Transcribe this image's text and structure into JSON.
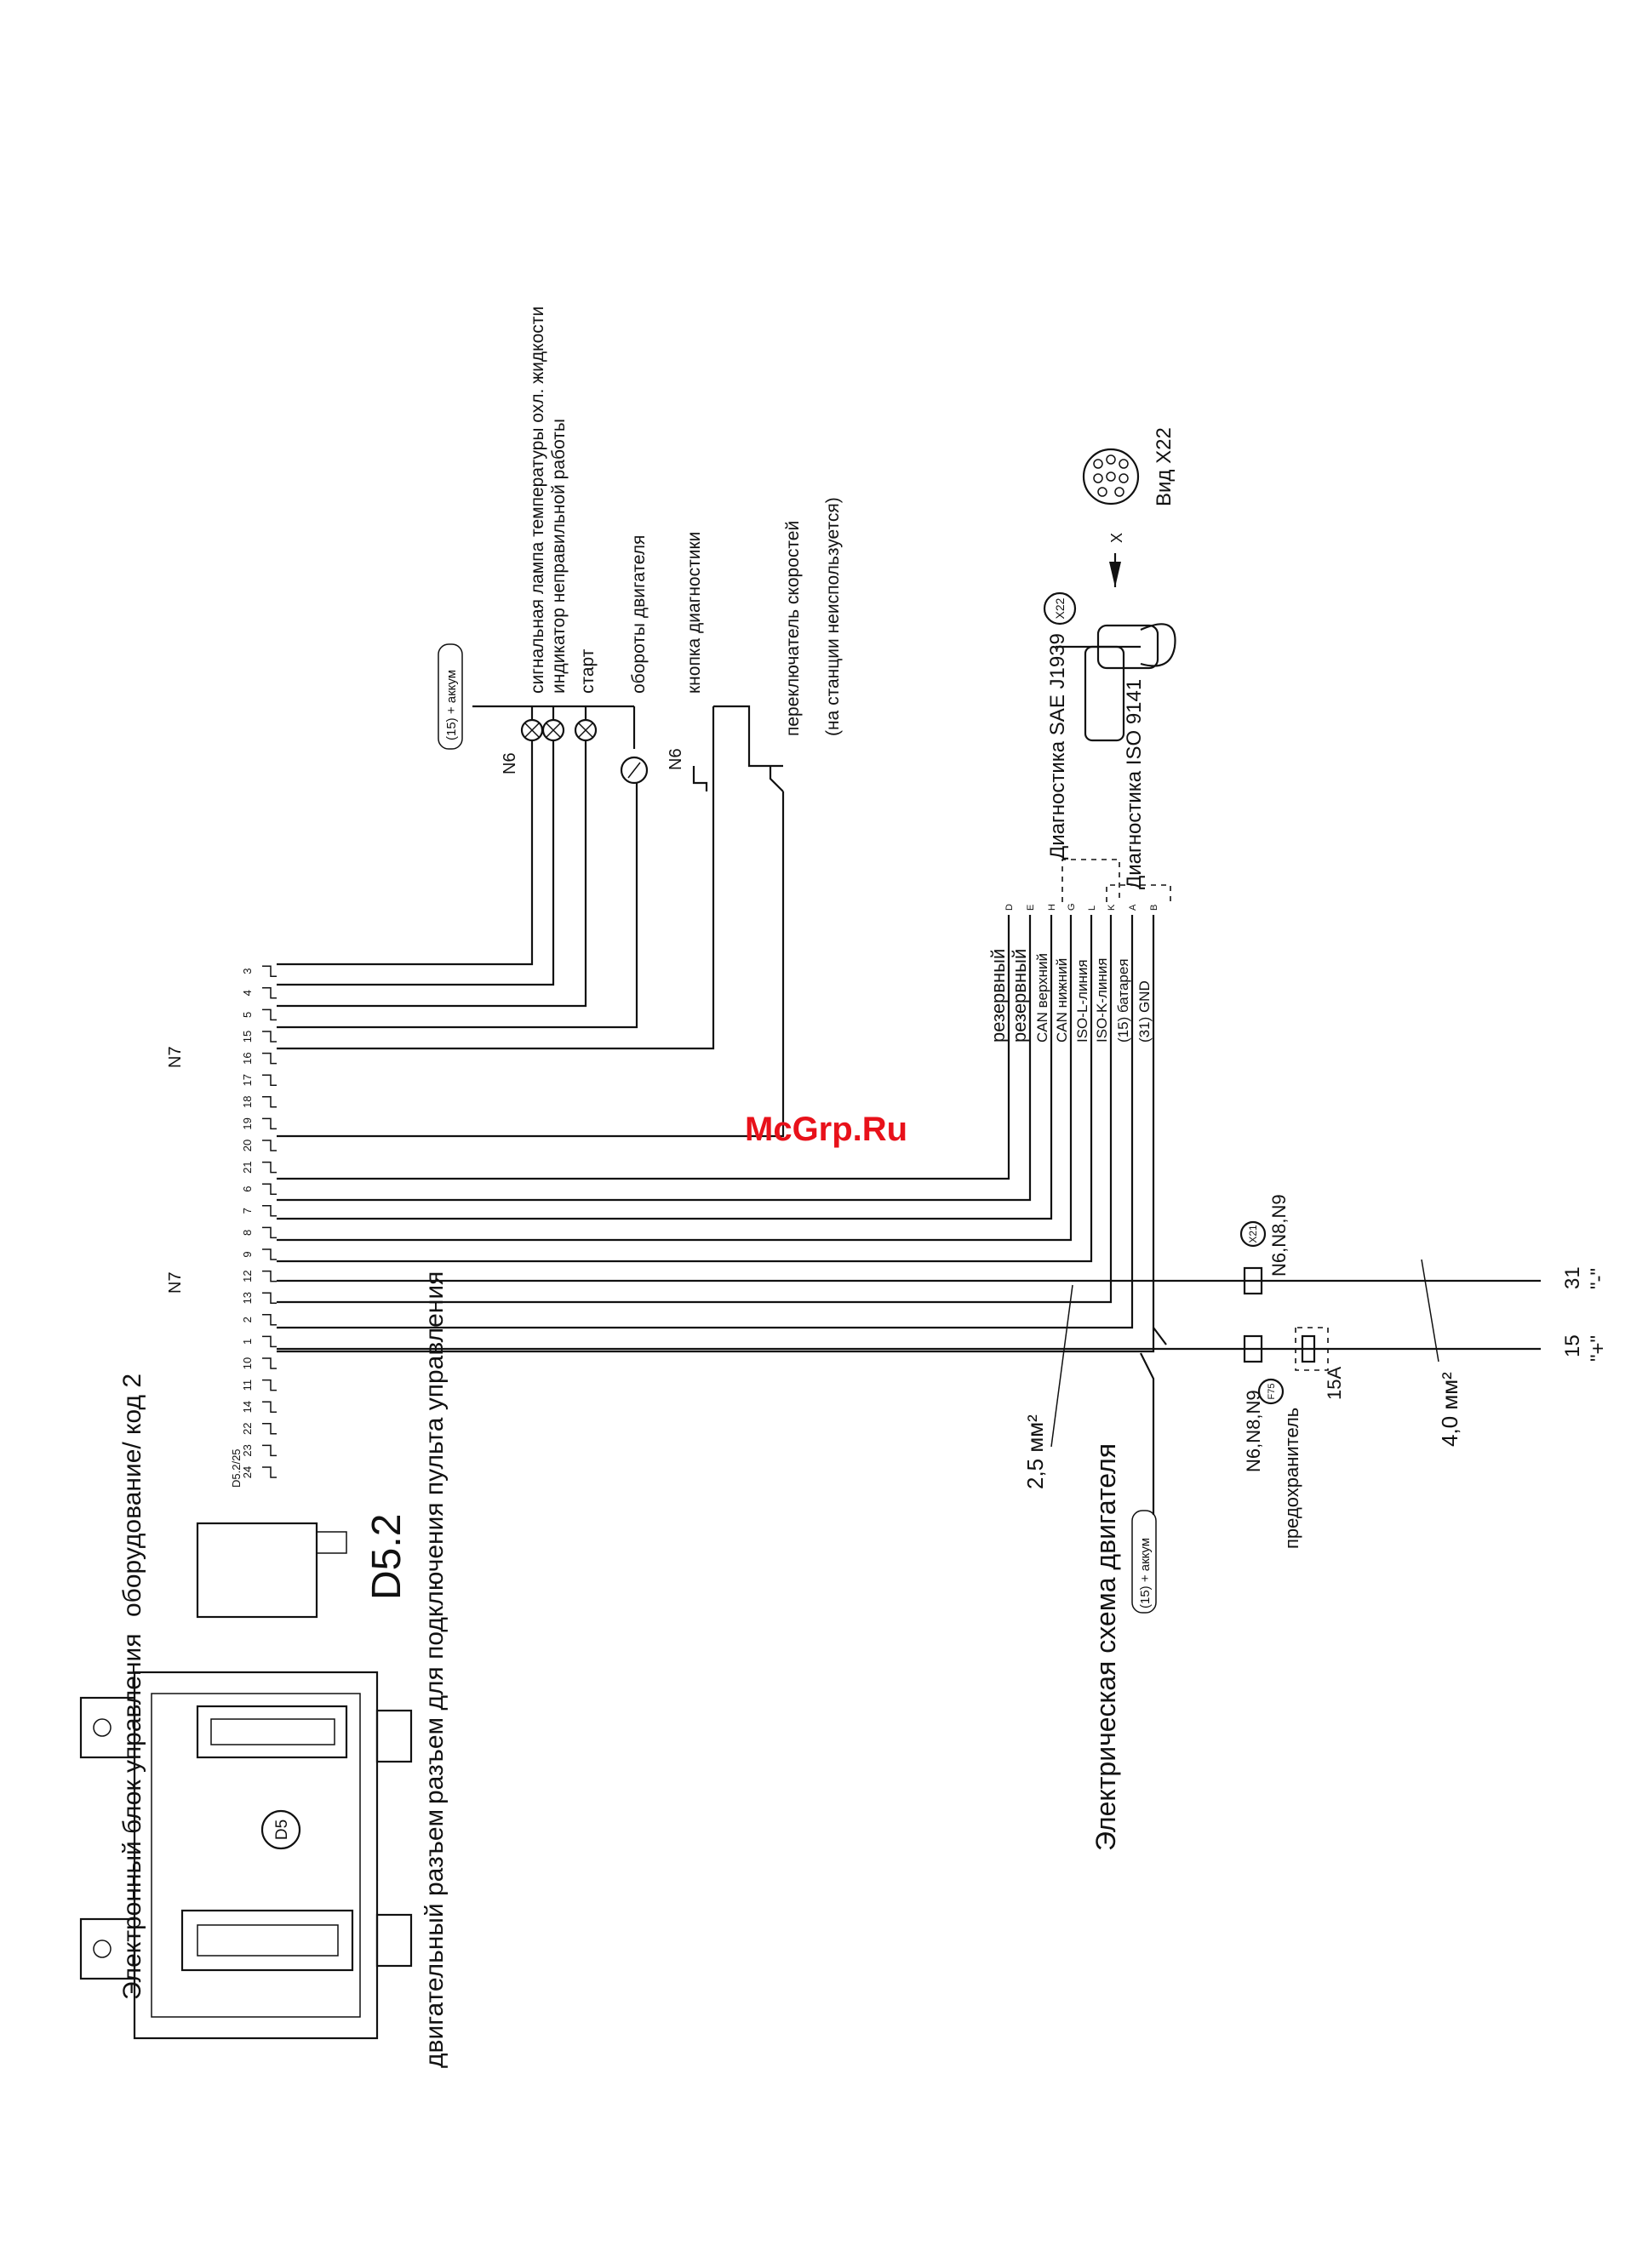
{
  "watermark": "McGrp.Ru",
  "ecu": {
    "title": "Электронный блок управления",
    "id": "D5",
    "engine_connector": "двигательный разъем",
    "panel_connector": "разъем для подключения пульта управления"
  },
  "d52": {
    "equipment": "оборудование/ код 2",
    "code": "D5.2",
    "pin_prefix": "D5.2/25"
  },
  "pins": [
    "24",
    "23",
    "22",
    "14",
    "11",
    "10",
    "1",
    "2",
    "13",
    "12",
    "9",
    "8",
    "7",
    "6",
    "21",
    "20",
    "19",
    "18",
    "17",
    "16",
    "15",
    "5",
    "4",
    "3"
  ],
  "n7": "N7",
  "n6": "N6",
  "plus15_akkum": "(15) + аккум",
  "lamps": {
    "coolant_lamp": "сигнальная лампа температуры охл. жидкости",
    "malfunction": "индикатор неправильной работы",
    "start": "старт",
    "rpm": "обороты двигателя",
    "diag_button": "кнопка диагностики",
    "gear_switch": "переключатель скоростей",
    "gear_switch_note": "(на станции неиспользуется)"
  },
  "signals": [
    {
      "label": "резервный",
      "pin": "D"
    },
    {
      "label": "резервный",
      "pin": "E"
    },
    {
      "label": "CAN верхний",
      "pin": "H"
    },
    {
      "label": "CAN нижний",
      "pin": "G"
    },
    {
      "label": "ISO-L-линия",
      "pin": "L"
    },
    {
      "label": "ISO-K-линия",
      "pin": "K"
    },
    {
      "label": "(15) батарея",
      "pin": "A"
    },
    {
      "label": "(31) GND",
      "pin": "B"
    }
  ],
  "diag_sae": "Диагностика SAE J1939",
  "diag_iso": "Диагностика ISO 9141",
  "x22": "X22",
  "x_arrow": "X",
  "view_x22": "Вид X22",
  "x21": "X21",
  "n689": "N6,N8,N9",
  "wire_25": "2,5 мм²",
  "wire_40": "4,0 мм²",
  "fuse_label": "предохранитель",
  "fuse_id": "F75",
  "fuse_rating": "15A",
  "term_15": "15",
  "term_31": "31",
  "plus_sign": "\"+\"",
  "minus_sign": "\"-\"",
  "engine_scheme": "Электрическая схема двигателя",
  "engine_akkum": "(15) + аккум"
}
